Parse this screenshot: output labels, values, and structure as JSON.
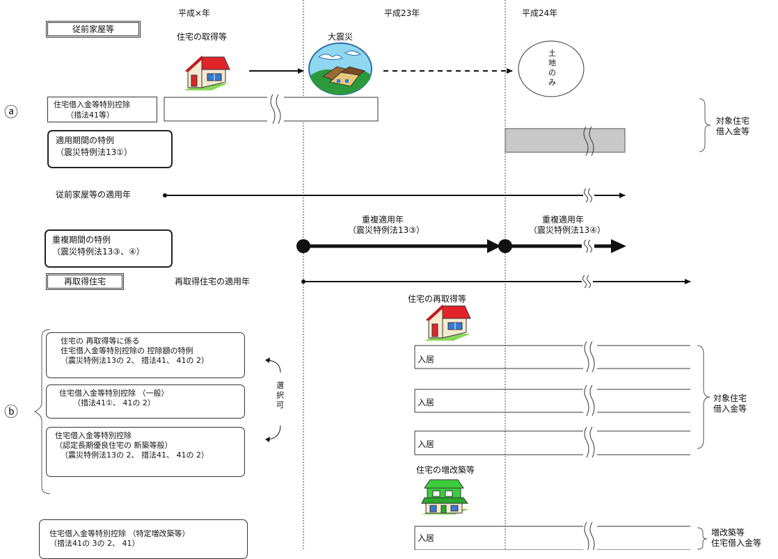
{
  "header": {
    "year_x": "平成×年",
    "year_23": "平成23年",
    "year_24": "平成24年"
  },
  "labels": {
    "previous_house": "従前家屋等",
    "acquisition": "住宅の取得等",
    "earthquake": "大震災",
    "land_only": [
      "土",
      "地",
      "の",
      "み"
    ],
    "circle_a": "ⓐ",
    "circle_b": "ⓑ",
    "loan_a_1": "住宅借入金等特別控除",
    "loan_a_2": "（措法41等）",
    "period_special_1": "適用期間の特例",
    "period_special_2": "（震災特例法13①）",
    "target_loan_a_1": "対象住宅",
    "target_loan_a_2": "借入金等",
    "prev_apply_year": "従前家屋等の適用年",
    "dup_year_1_title": "重複適用年",
    "dup_year_1_sub": "（震災特例法13③）",
    "dup_year_2_title": "重複適用年",
    "dup_year_2_sub": "（震災特例法13④）",
    "dup_special_1": "重複期間の特例",
    "dup_special_2": "（震災特例法13③、④）",
    "reacquired_house": "再取得住宅",
    "reacq_apply_year": "再取得住宅の適用年",
    "reacquisition": "住宅の再取得等",
    "option_1_1": "住宅の 再取得等に係る",
    "option_1_2": "住宅借入金等特別控除の 控除額の特例",
    "option_1_3": "（震災特例法13の 2、 措法41、 41の 2）",
    "option_2_1": "住宅借入金等特別控除 （一般）",
    "option_2_2": "（措法41①、 41の 2）",
    "option_3_1": "住宅借入金等特別控除",
    "option_3_2": "（認定長期優良住宅の 新築等般）",
    "option_3_3": "（震災特例法13の 2、 措法41、 41の 2）",
    "selectable": [
      "選",
      "択",
      "可"
    ],
    "move_in": "入居",
    "target_loan_b_1": "対象住宅",
    "target_loan_b_2": "借入金等",
    "renovation": "住宅の増改築等",
    "renov_loan_1": "住宅借入金等特別控除 （特定増改築等）",
    "renov_loan_2": "（措法41の 3の 2、 41）",
    "renov_target_1": "増改築等",
    "renov_target_2": "住宅借入金等"
  },
  "colors": {
    "house_roof": "#e0242a",
    "house_wall": "#f4ead0",
    "renovation_house": "#3ccc3c",
    "period_bar_fill": "#c8c8c8"
  },
  "icons": [
    "house-icon",
    "earthquake-scene-icon",
    "land-only-circle",
    "renovated-house-icon"
  ]
}
